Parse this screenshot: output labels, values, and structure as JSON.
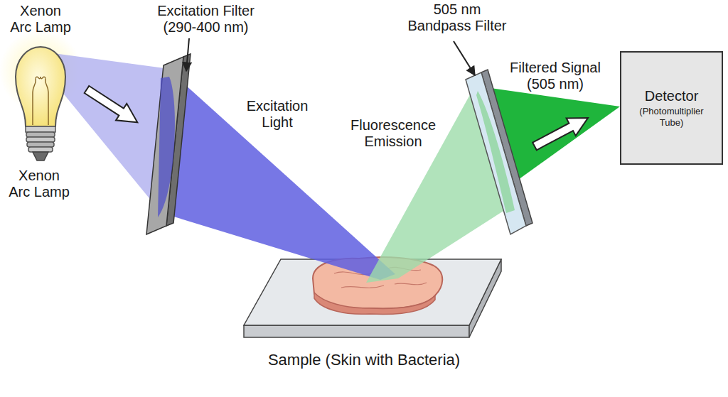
{
  "diagram": {
    "nodes": [
      {
        "text": [
          "Detector",
          "(Photomultiplier Tube)"
        ]
      }
    ],
    "labels": [
      "Xenon Arc Lamp",
      "Excitation Filter (290-400 nm)",
      "505 nm Bandpass Filter",
      "Filtered Signal (505 nm)",
      "Excitation Light",
      "Fluorescence Emission",
      "Xenon Arc Lamp",
      "Sample (Skin with Bacteria)"
    ]
  }
}
